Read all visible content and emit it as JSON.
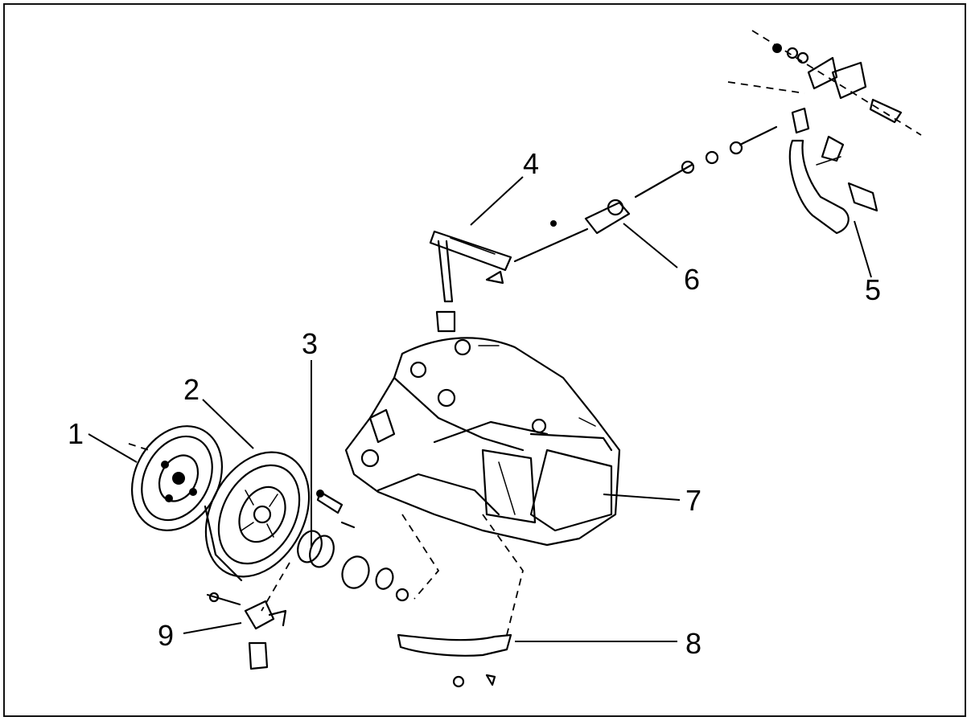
{
  "callouts": [
    {
      "id": "1",
      "text": "1"
    },
    {
      "id": "2",
      "text": "2"
    },
    {
      "id": "3",
      "text": "3"
    },
    {
      "id": "4",
      "text": "4"
    },
    {
      "id": "5",
      "text": "5"
    },
    {
      "id": "6",
      "text": "6"
    },
    {
      "id": "7",
      "text": "7"
    },
    {
      "id": "8",
      "text": "8"
    },
    {
      "id": "9",
      "text": "9"
    }
  ],
  "colors": {
    "ink": "#000000",
    "paper": "#ffffff"
  }
}
